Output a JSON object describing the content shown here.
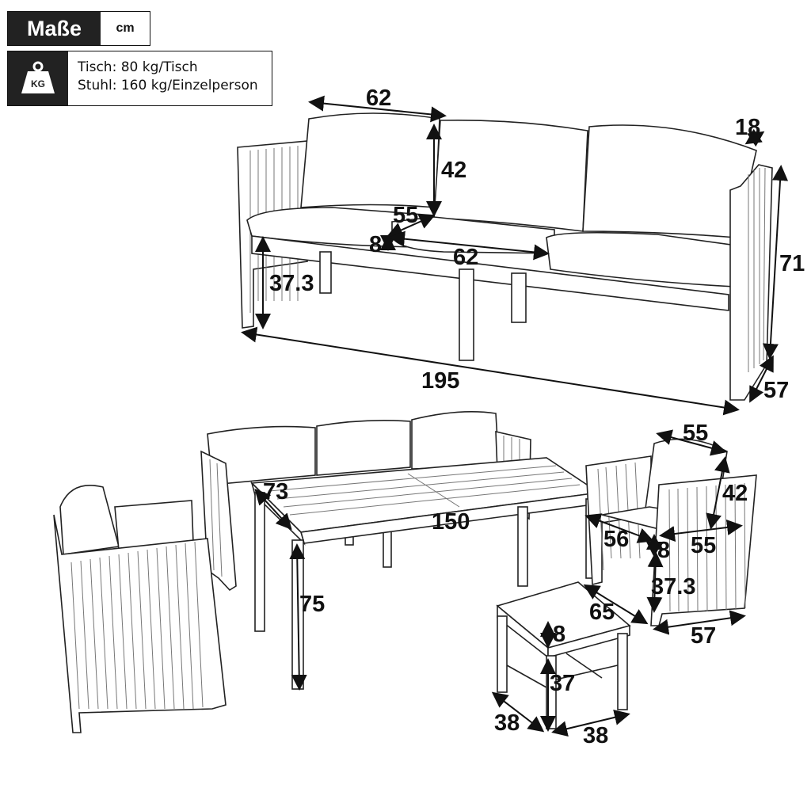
{
  "header": {
    "title": "Maße",
    "unit": "cm"
  },
  "weight": {
    "icon": "kg-weight-icon",
    "icon_label": "KG",
    "line1": "Tisch: 80 kg/Tisch",
    "line2": "Stuhl: 160 kg/Einzelperson"
  },
  "sofa": {
    "seat_width": "62",
    "back_height": "42",
    "arm_width": "18",
    "seat_depth": "55",
    "cushion_thickness": "8",
    "seat_width_2": "62",
    "seat_height": "37.3",
    "total_height": "71",
    "total_width": "195",
    "total_depth": "57"
  },
  "table": {
    "depth": "73",
    "width": "150",
    "height": "75"
  },
  "armchair": {
    "back_width": "55",
    "back_height": "42",
    "seat_depth": "56",
    "cushion_thickness": "8",
    "seat_width": "55",
    "seat_height": "37.3",
    "depth": "65",
    "width": "57"
  },
  "stool": {
    "cushion_thickness": "8",
    "height": "37",
    "depth": "38",
    "width": "38"
  }
}
